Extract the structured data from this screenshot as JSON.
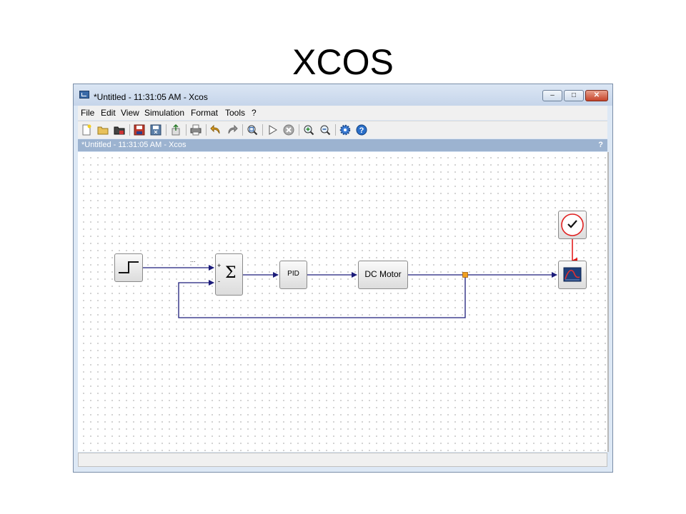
{
  "slide": {
    "title": "XCOS"
  },
  "window": {
    "title": "*Untitled - 11:31:05 AM - Xcos",
    "buttons": {
      "minimize": "–",
      "maximize": "□",
      "close": "✕"
    }
  },
  "menubar": {
    "items": [
      {
        "label": "File"
      },
      {
        "label": "Edit"
      },
      {
        "label": "View"
      },
      {
        "label": "Simulation"
      },
      {
        "label": "Format"
      },
      {
        "label": "Tools"
      },
      {
        "label": "?"
      }
    ]
  },
  "toolbar": {
    "icons": [
      "new-diagram-icon",
      "open-icon",
      "open-in-scilab-icon",
      "save-icon",
      "save-as-icon",
      "export-icon",
      "print-icon",
      "undo-icon",
      "redo-icon",
      "fit-diagram-icon",
      "start-icon",
      "stop-icon",
      "zoom-in-icon",
      "zoom-out-icon",
      "setup-icon",
      "help-icon"
    ]
  },
  "tab": {
    "title": "*Untitled - 11:31:05 AM - Xcos",
    "help": "?"
  },
  "diagram": {
    "sum": {
      "symbol": "Σ",
      "plus": "+",
      "minus": "-",
      "ellipsis": "..."
    },
    "pid": {
      "label": "PID"
    },
    "motor": {
      "label": "DC Motor"
    },
    "colors": {
      "link": "#1c1c7a",
      "event_link": "#e01010",
      "split": "#f0a020",
      "clock_ring": "#e02020"
    }
  }
}
